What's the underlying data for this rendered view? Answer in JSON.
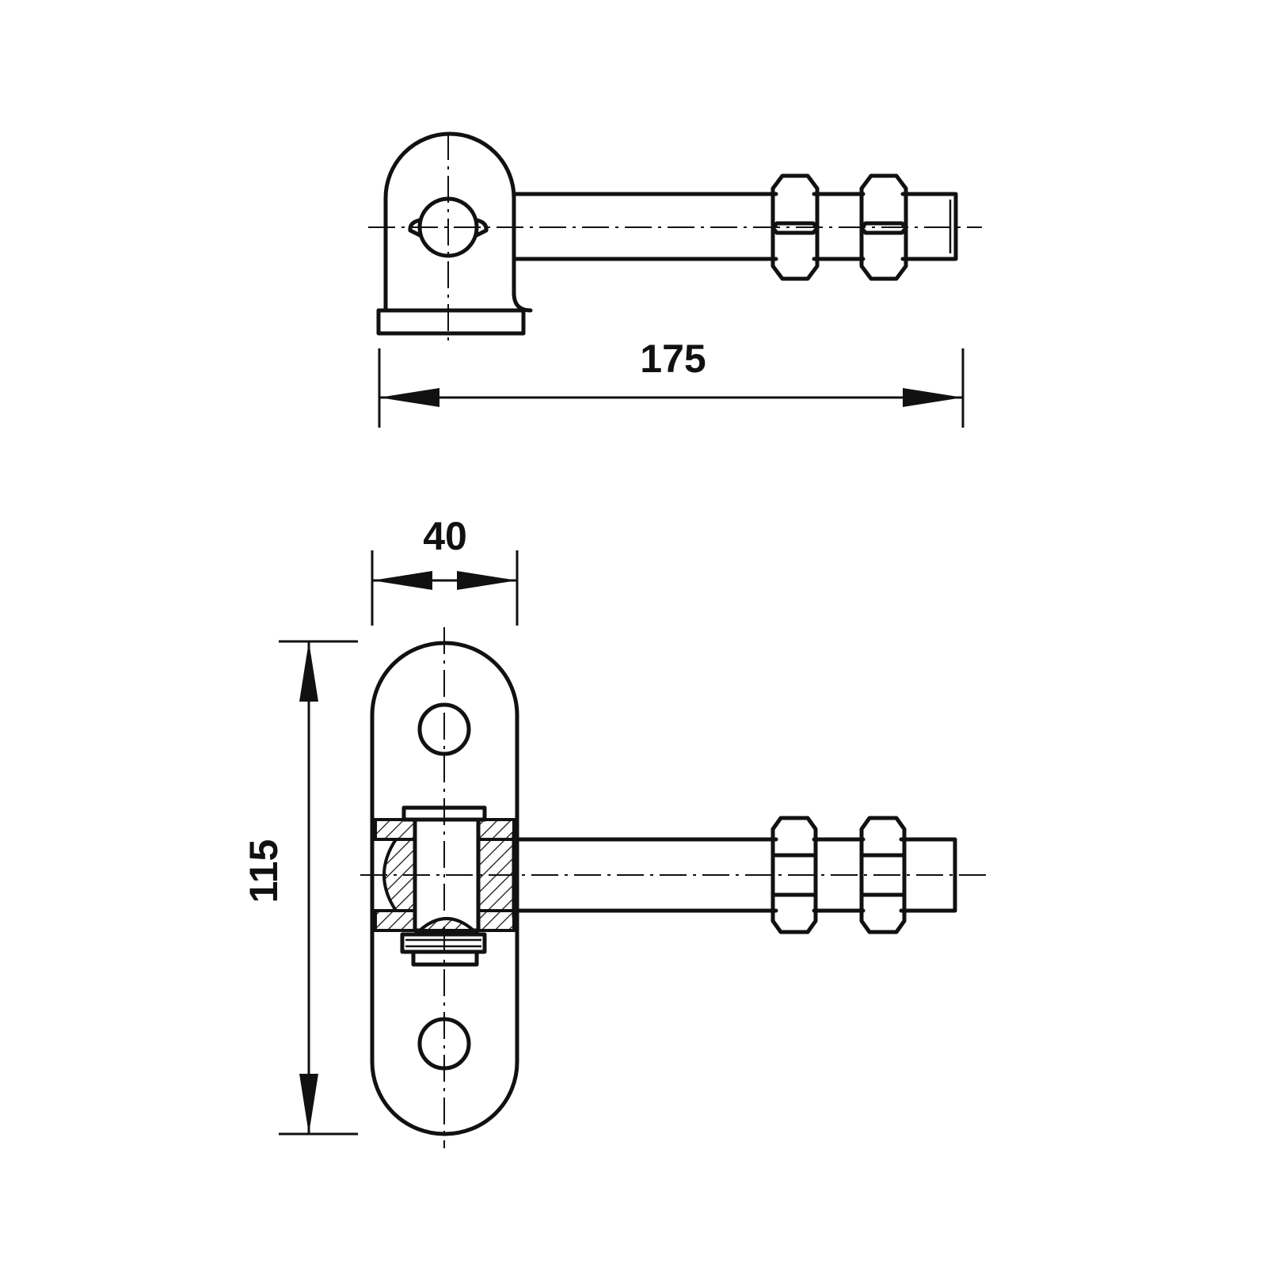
{
  "dimensions": {
    "overall_length": "175",
    "plate_width": "40",
    "plate_height": "115"
  },
  "colors": {
    "background": "#ffffff",
    "line": "#111111"
  }
}
